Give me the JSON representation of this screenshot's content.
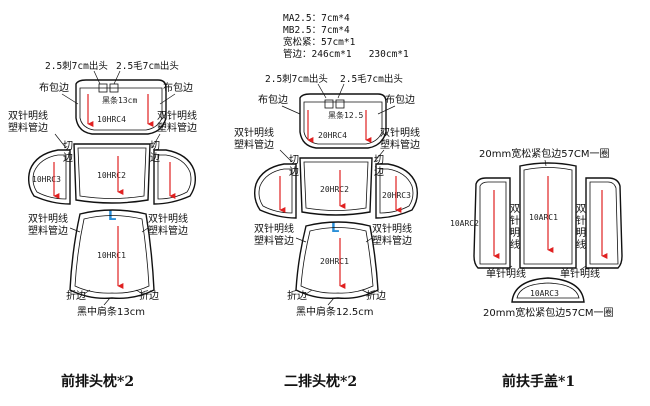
{
  "specs": [
    "MA2.5：7cm*4",
    "MB2.5：7cm*4",
    "宽松紧：57cm*1",
    "管边：246cm*1   230cm*1"
  ],
  "labels": {
    "needle_25": "2.5刺7cm出头",
    "wool_25": "2.5毛7cm出头",
    "cloth_edge": "布包边",
    "black_strip": "黑条13cm",
    "double_seam_plastic": "双针明线\n塑料管边",
    "cut_edge": "切边",
    "fold_edge": "折边",
    "black_shoulder_13": "黑中肩条13cm",
    "black_shoulder_125": "黑中肩条12.5cm",
    "elastic_20mm": "20mm宽松紧包边57CM一圈",
    "double_seam": "双针明线",
    "single_seam": "单针明线",
    "L": "L"
  },
  "codes": {
    "hrc1": "10HRC1",
    "hrc2": "10HRC2",
    "hrc3": "10HRC3",
    "hrc4": "10HRC4",
    "hrc1b": "10HRC1",
    "hrc2b": "20HRC2",
    "hrc3b": "20HRC3",
    "hrc4b": "20HRC4",
    "hrc1c": "20HRC1",
    "arc1": "10ARC1",
    "arc2": "10ARC2",
    "arc3": "10ARC3"
  },
  "titles": {
    "front_headrest": "前排头枕*2",
    "second_headrest": "二排头枕*2",
    "armrest_cover": "前扶手盖*1"
  },
  "colors": {
    "arrow": "#e02020",
    "letter_L": "#2b8fd8",
    "line": "#111111"
  }
}
